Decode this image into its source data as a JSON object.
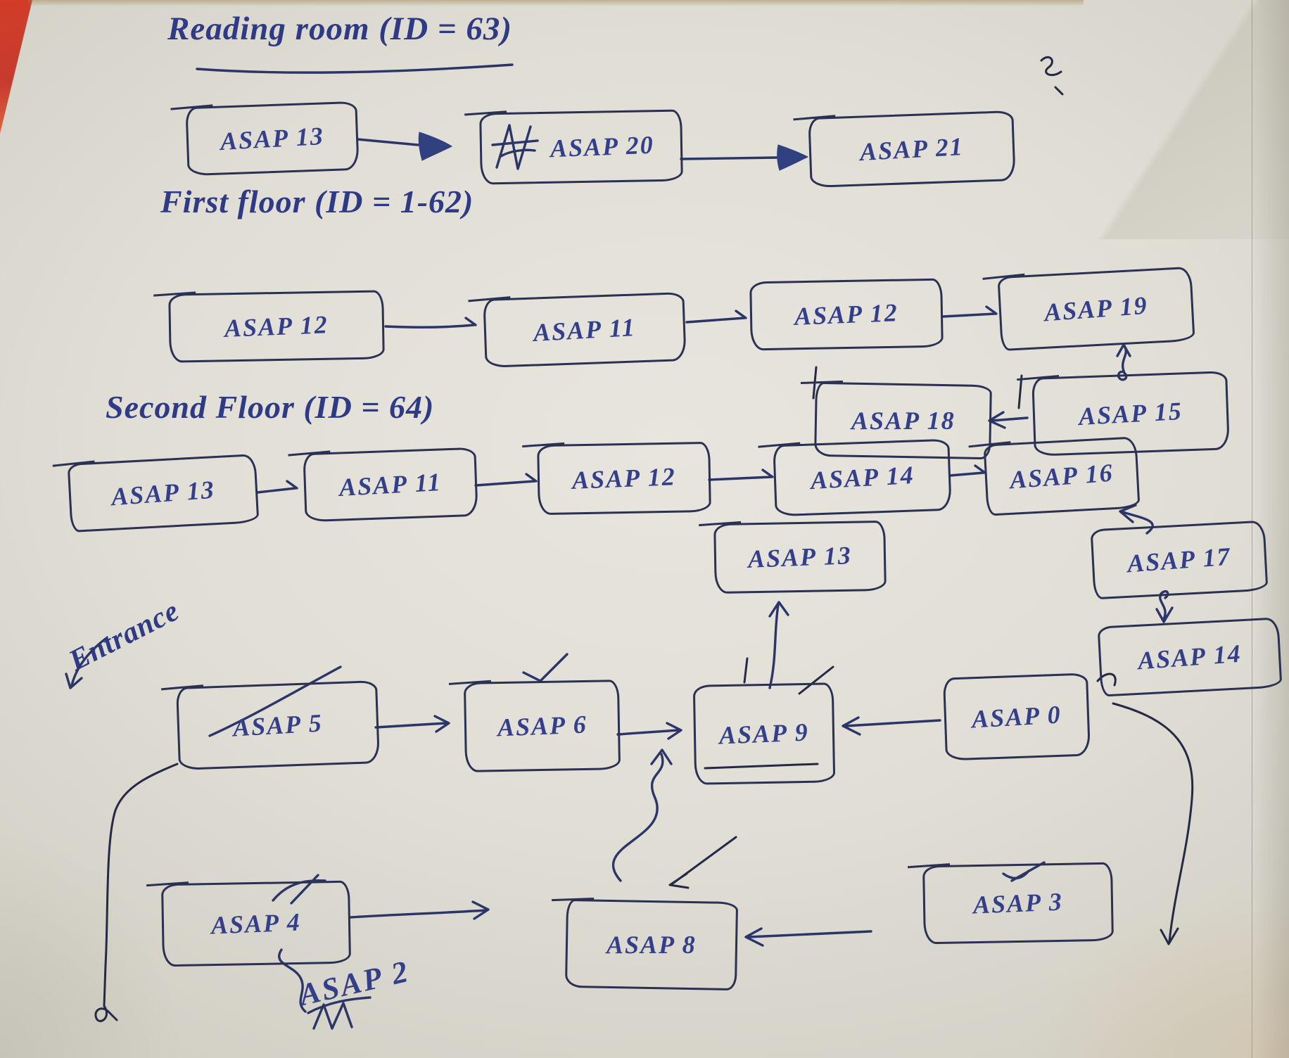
{
  "page": {
    "kind": "hand-drawn network sketch on paper",
    "paper_color": "#e0ded5",
    "ink_blue": "#333f8a",
    "ink_dark": "#2a3153",
    "accent_red_corner": "#c63b2e"
  },
  "sections": {
    "reading_room": {
      "label": "Reading room (ID = 63)"
    },
    "first_floor": {
      "label": "First floor (ID = 1-62)"
    },
    "second_floor": {
      "label": "Second Floor (ID = 64)"
    },
    "entrance": {
      "label": "Entrance"
    }
  },
  "nodes": {
    "rr13": "ASAP 13",
    "rr20": "ASAP 20",
    "rr21": "ASAP 21",
    "ff12": "ASAP 12",
    "ff11": "ASAP 11",
    "ff12b": "ASAP 12",
    "ff19": "ASAP 19",
    "ff18": "ASAP 18",
    "ff15": "ASAP 15",
    "sf13": "ASAP 13",
    "sf11": "ASAP 11",
    "sf12": "ASAP 12",
    "sf14": "ASAP 14",
    "sf16": "ASAP 16",
    "sf13b": "ASAP 13",
    "sf17": "ASAP 17",
    "sf14b": "ASAP 14",
    "en5": "ASAP 5",
    "en6": "ASAP 6",
    "en9": "ASAP 9",
    "en0": "ASAP 0",
    "bt4": "ASAP 4",
    "bt8": "ASAP 8",
    "bt3": "ASAP 3",
    "bt2": "ASAP 2"
  },
  "edges": [
    {
      "from": "ASAP 13 (reading room)",
      "to": "ASAP 20",
      "arrow": "right"
    },
    {
      "from": "ASAP 20",
      "to": "ASAP 21",
      "arrow": "right"
    },
    {
      "from": "ASAP 12 (first floor)",
      "to": "ASAP 11",
      "arrow": "right"
    },
    {
      "from": "ASAP 11 (first floor)",
      "to": "ASAP 12",
      "arrow": "right"
    },
    {
      "from": "ASAP 12 (first floor)",
      "to": "ASAP 19",
      "arrow": "right"
    },
    {
      "from": "ASAP 19",
      "to": "ASAP 15",
      "arrow": "down"
    },
    {
      "from": "ASAP 15",
      "to": "ASAP 18",
      "arrow": "left"
    },
    {
      "from": "ASAP 13 (second floor)",
      "to": "ASAP 11",
      "arrow": "right"
    },
    {
      "from": "ASAP 11 (second floor)",
      "to": "ASAP 12",
      "arrow": "right"
    },
    {
      "from": "ASAP 12 (second floor)",
      "to": "ASAP 14",
      "arrow": "right"
    },
    {
      "from": "ASAP 14 (second floor)",
      "to": "ASAP 16",
      "arrow": "right"
    },
    {
      "from": "ASAP 17",
      "to": "ASAP 16",
      "arrow": "up"
    },
    {
      "from": "ASAP 17",
      "to": "ASAP 14 (lower right)",
      "arrow": "down"
    },
    {
      "from": "ASAP 9",
      "to": "ASAP 13 (below second floor)",
      "arrow": "up"
    },
    {
      "from": "ASAP 5",
      "to": "ASAP 6",
      "arrow": "right"
    },
    {
      "from": "ASAP 6",
      "to": "ASAP 9",
      "arrow": "right"
    },
    {
      "from": "ASAP 0",
      "to": "ASAP 9",
      "arrow": "left"
    },
    {
      "from": "ASAP 8",
      "to": "ASAP 9",
      "arrow": "curved up"
    },
    {
      "from": "ASAP 4",
      "to": "ASAP 8",
      "arrow": "right"
    },
    {
      "from": "ASAP 3",
      "to": "ASAP 8",
      "arrow": "left"
    },
    {
      "from": "ASAP 4",
      "to": "ASAP 2",
      "arrow": "curl"
    },
    {
      "from": "ASAP 5",
      "to": "bottom-left",
      "arrow": "long line down"
    },
    {
      "from": "ASAP 0",
      "to": "bottom-right",
      "arrow": "long curve down"
    }
  ]
}
